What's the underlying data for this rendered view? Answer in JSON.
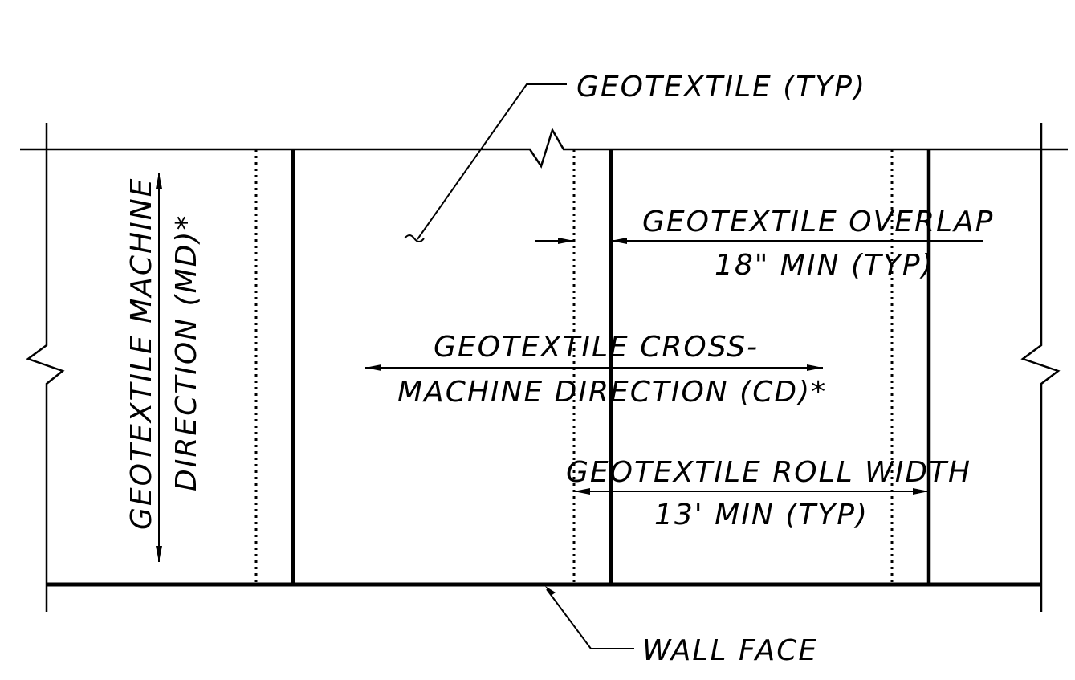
{
  "labels": {
    "geotextile_typ": "GEOTEXTILE (TYP)",
    "overlap_line1": "GEOTEXTILE OVERLAP",
    "overlap_line2": "18\" MIN (TYP)",
    "cross_line1": "GEOTEXTILE CROSS-",
    "cross_line2": "MACHINE DIRECTION (CD)*",
    "roll_line1": "GEOTEXTILE ROLL WIDTH",
    "roll_line2": "13' MIN (TYP)",
    "machine_line1": "GEOTEXTILE MACHINE",
    "machine_line2": "DIRECTION (MD)*",
    "wall_face": "WALL FACE"
  }
}
